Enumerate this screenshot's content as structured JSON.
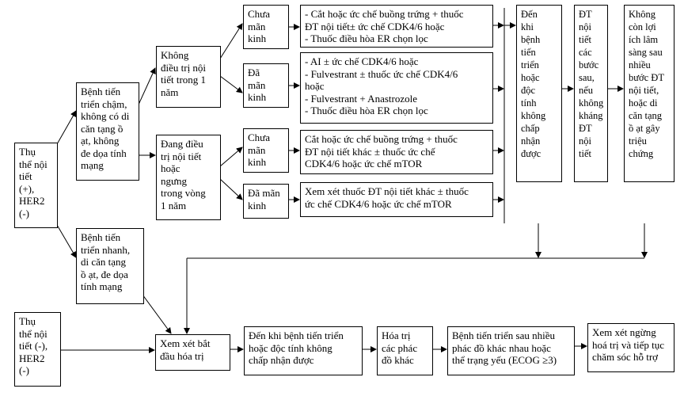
{
  "nodes": {
    "hr_pos": [
      "Thụ",
      "thể nội",
      "tiết",
      "(+),",
      "HER2",
      "(-)"
    ],
    "slow": [
      "Bệnh tiến",
      "triển chậm,",
      "không có di",
      "căn tạng ồ",
      "ạt, không",
      "đe dọa tính",
      "mạng"
    ],
    "no_et": [
      "Không",
      "điều trị nội",
      "tiết trong 1",
      "năm"
    ],
    "on_et": [
      "Đang điều",
      "trị nội tiết",
      "hoặc",
      "ngưng",
      "trong vòng",
      "1 năm"
    ],
    "pre1": [
      "Chưa",
      "mãn",
      "kinh"
    ],
    "post1": [
      "Đã",
      "mãn",
      "kinh"
    ],
    "pre2": [
      "Chưa",
      "mãn",
      "kinh"
    ],
    "post2": [
      "Đã mãn",
      "kinh"
    ],
    "tx_pre1": [
      "- Cắt hoặc ức chế buồng trứng + thuốc",
      "ĐT nội tiết± ức chế CDK4/6 hoặc",
      "- Thuốc điều hòa ER chọn lọc"
    ],
    "tx_post1": [
      "- AI ± ức chế CDK4/6 hoặc",
      "- Fulvestrant ±  thuốc ức chế CDK4/6",
      "hoặc",
      "- Fulvestrant + Anastrozole",
      "- Thuốc điều hòa ER chọn lọc"
    ],
    "tx_pre2": [
      "Cắt hoặc ức chế buồng trứng + thuốc",
      "ĐT nội tiết khác ± thuốc ức chế",
      "CDK4/6 hoặc ức chế mTOR"
    ],
    "tx_post2": [
      "Xem xét thuốc ĐT nội tiết khác ± thuốc",
      "ức chế CDK4/6 hoặc ức chế mTOR"
    ],
    "until": [
      "Đến",
      "khi",
      "bệnh",
      "tiến",
      "triển",
      "hoặc",
      "độc",
      "tính",
      "không",
      "chấp",
      "nhận",
      "được"
    ],
    "next_et": [
      "ĐT",
      "nội",
      "tiết",
      "các",
      "bước",
      "sau,",
      "nếu",
      "không",
      "kháng",
      "ĐT",
      "nội",
      "tiết"
    ],
    "no_benefit": [
      "Không",
      "còn lợi",
      "ích lâm",
      "sàng sau",
      "nhiều",
      "bước ĐT",
      "nội tiết,",
      "hoặc  di",
      "căn tạng",
      "ồ ạt gây",
      "triệu",
      "chứng"
    ],
    "rapid": [
      "Bệnh tiến",
      "triển nhanh,",
      "di căn tạng",
      "ồ ạt, đe dọa",
      "tính mạng"
    ],
    "hr_neg": [
      "Thụ",
      "thể nội",
      "tiết (-),",
      "HER2",
      "(-)"
    ],
    "chemo_start": [
      "Xem xét bắt",
      "đầu hóa trị"
    ],
    "chemo_until": [
      "Đến khi bệnh tiến triển",
      "hoặc độc tính không",
      "chấp nhận được"
    ],
    "chemo_other": [
      "Hóa trị",
      "các phác",
      "đồ khác"
    ],
    "progress_multi": [
      "Bệnh tiến triển sau nhiều",
      "phác đồ khác nhau hoặc",
      "thể trạng yếu (ECOG ≥3)"
    ],
    "stop_chemo": [
      "Xem xét ngừng",
      "hoá trị và tiếp tục",
      "chăm sóc hỗ trợ"
    ]
  }
}
